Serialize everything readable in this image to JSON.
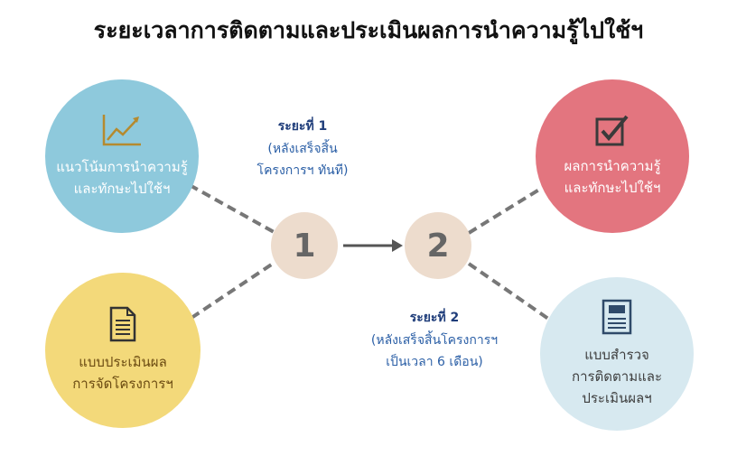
{
  "title": "ระยะเวลาการติดตามและประเมินผลการนำความรู้ไปใช้ฯ",
  "nodes": {
    "top_left": {
      "lines": [
        "แนวโน้มการนำความรู้",
        "และทักษะไปใช้ฯ"
      ],
      "icon": "trend-chart-icon"
    },
    "bottom_left": {
      "lines": [
        "แบบประเมินผล",
        "การจัดโครงการฯ"
      ],
      "icon": "document-icon"
    },
    "top_right": {
      "lines": [
        "ผลการนำความรู้",
        "และทักษะไปใช้ฯ"
      ],
      "icon": "checkbox-icon"
    },
    "bottom_right": {
      "lines": [
        "แบบสำรวจ",
        "การติดตามและ",
        "ประเมินผลฯ"
      ],
      "icon": "form-icon"
    }
  },
  "steps": {
    "step1": "1",
    "step2": "2"
  },
  "phases": {
    "phase1": {
      "title": "ระยะที่ 1",
      "lines": [
        "(หลังเสร็จสิ้น",
        "โครงการฯ ทันที)"
      ]
    },
    "phase2": {
      "title": "ระยะที่ 2",
      "lines": [
        "(หลังเสร็จสิ้นโครงการฯ",
        "เป็นเวลา 6 เดือน)"
      ]
    }
  },
  "colors": {
    "top_left": "#8ec9dc",
    "bottom_left": "#f3d97a",
    "top_right": "#e3757f",
    "bottom_right": "#d7e9f0",
    "step": "#eddccd",
    "phase_text": "#2b5fa6"
  }
}
